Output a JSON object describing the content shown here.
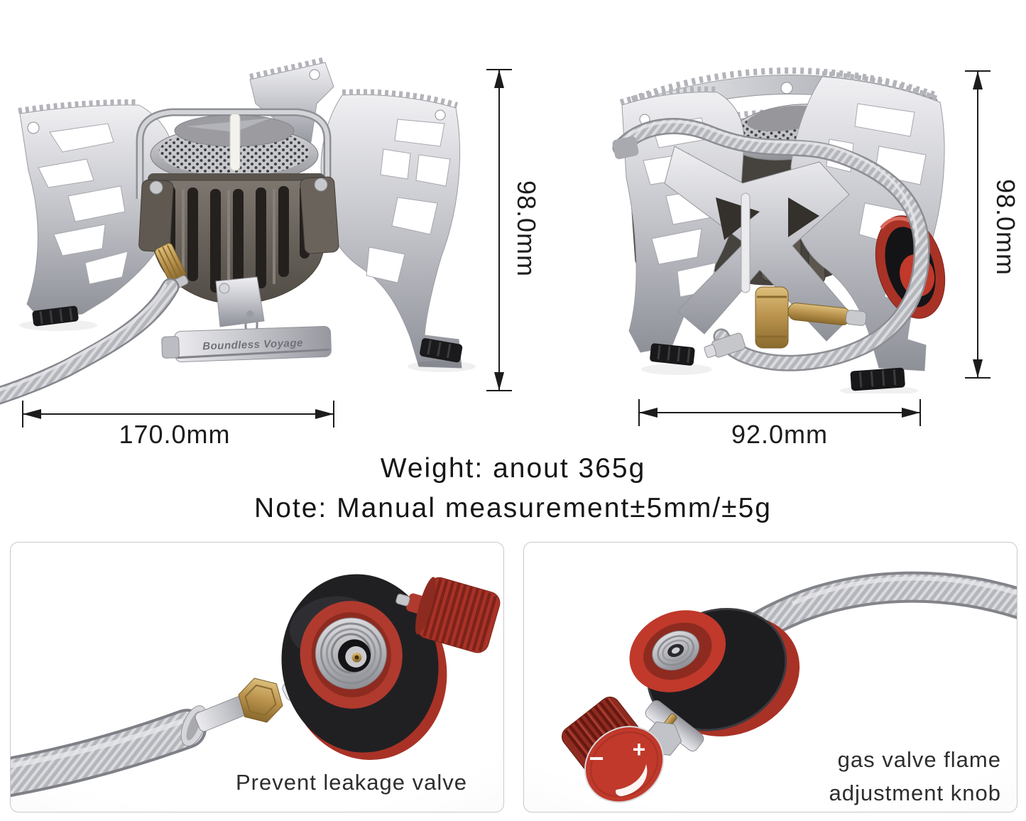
{
  "infographic": {
    "brand_engraving": "Boundless Voyage",
    "views": {
      "front": {
        "height": "98.0mm",
        "width": "170.0mm"
      },
      "folded": {
        "height": "98.0mm",
        "width": "92.0mm"
      }
    },
    "spec_lines": {
      "weight": "Weight: anout 365g",
      "note": "Note: Manual measurement±5mm/±5g"
    },
    "detail_panels": {
      "leak_valve": {
        "caption": "Prevent leakage valve"
      },
      "flame_knob": {
        "caption_line1": "gas valve flame",
        "caption_line2": "adjustment knob",
        "plus_mark": "+",
        "minus_mark": "−"
      }
    },
    "colors": {
      "accent_red": "#b03328",
      "steel_silver": "#c4c5ca",
      "burner_gray": "#6b655f",
      "brass_gold": "#b8914c",
      "annotation_text": "#1c1c1c",
      "panel_border": "#c9c9c9"
    }
  }
}
